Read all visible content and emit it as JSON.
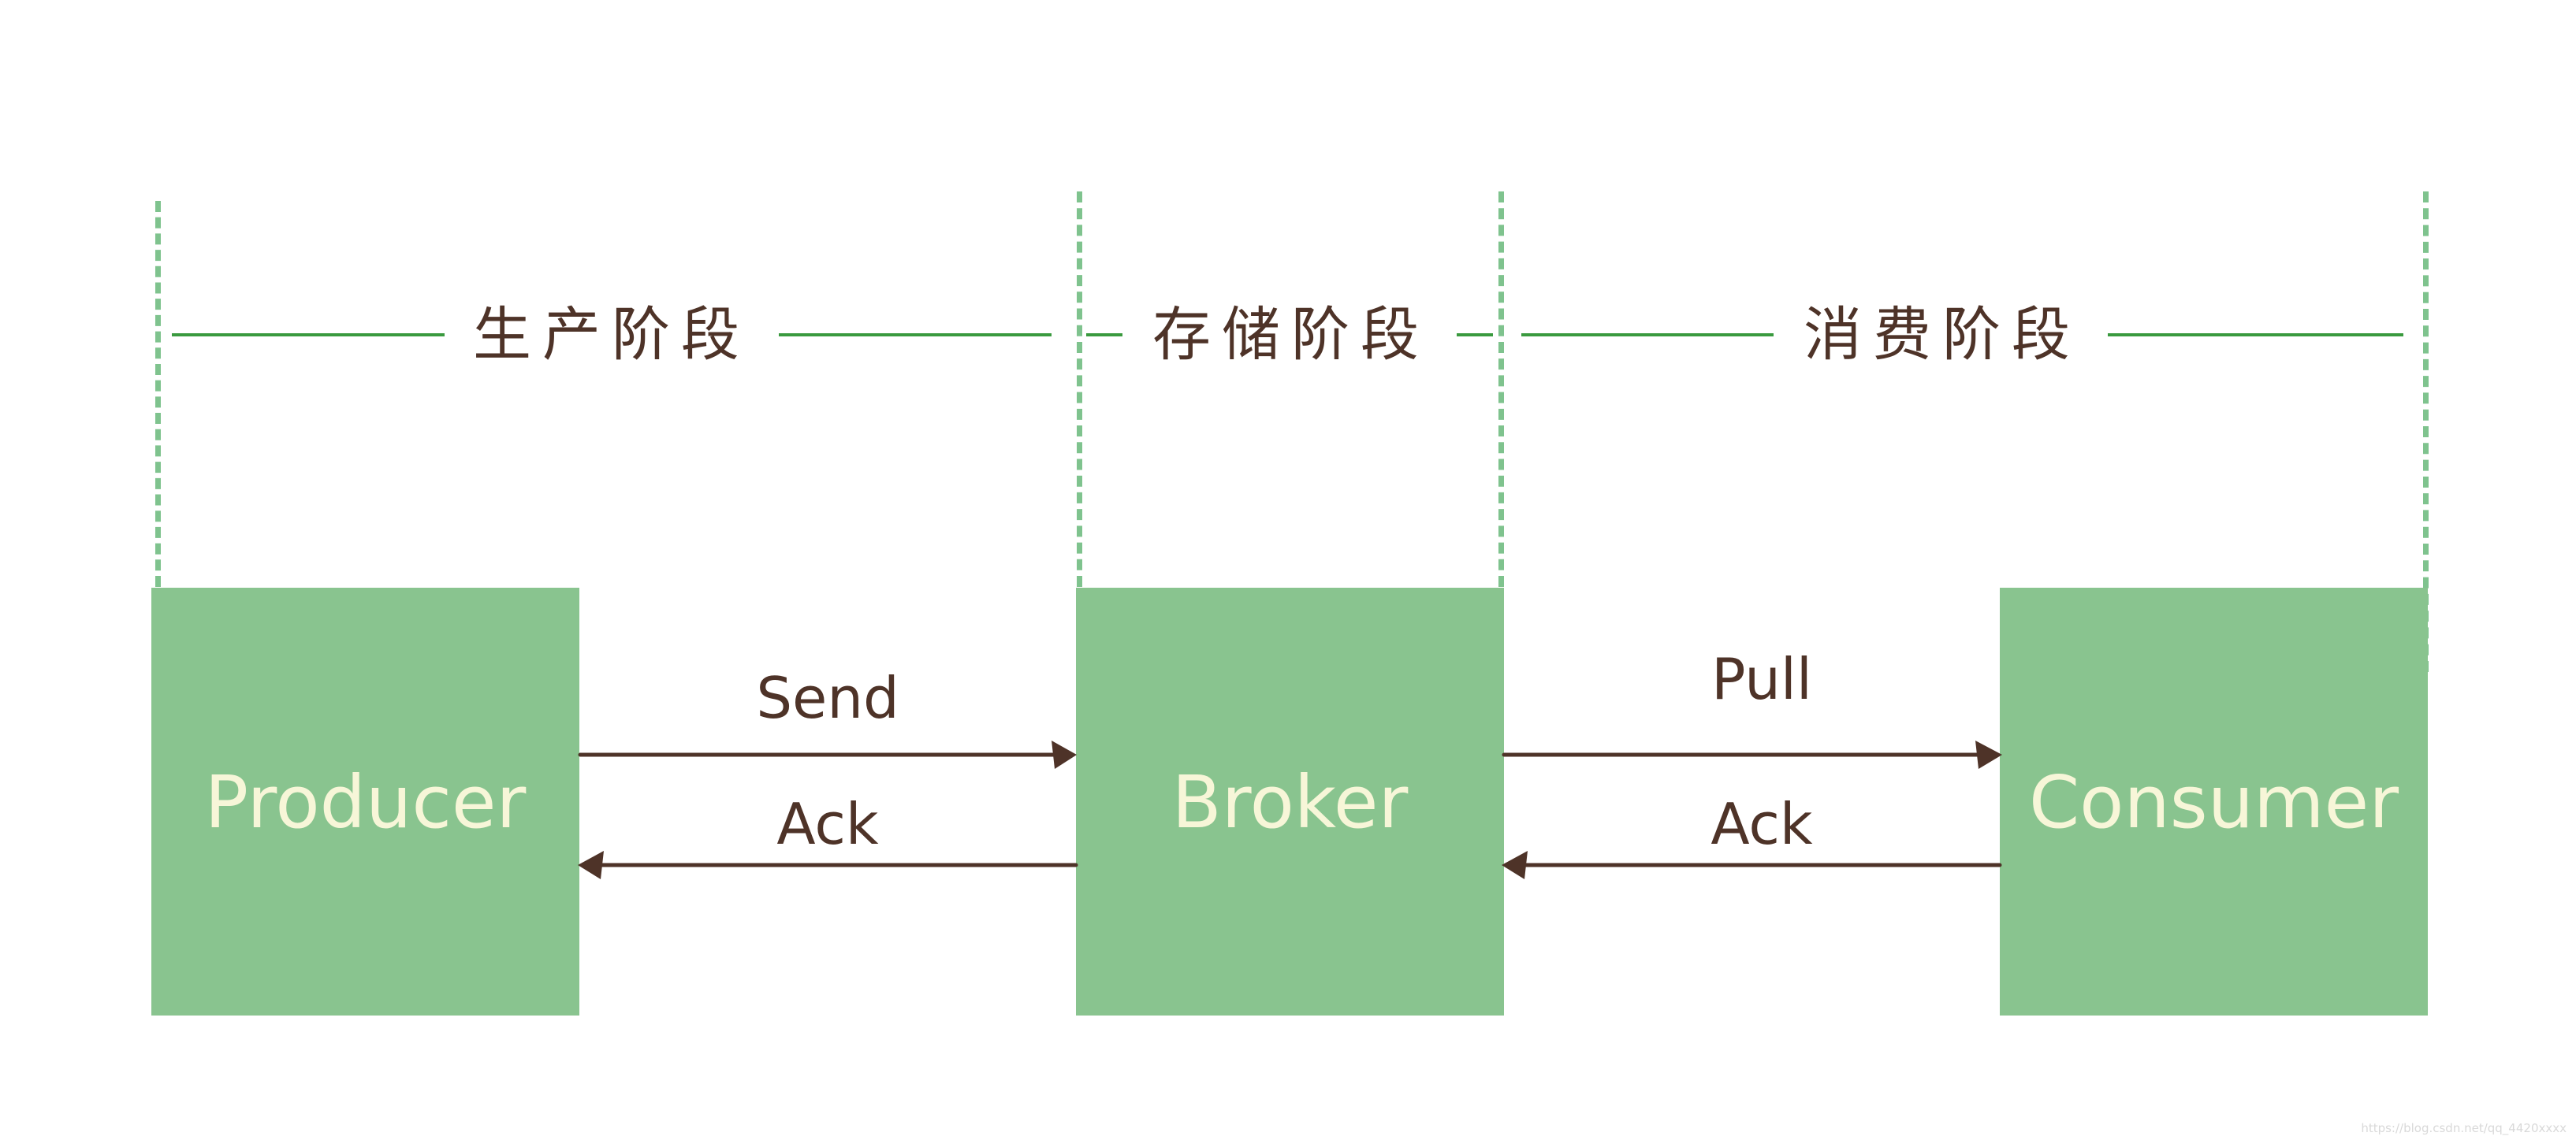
{
  "stages": {
    "production": "生产阶段",
    "storage": "存储阶段",
    "consumption": "消费阶段"
  },
  "components": {
    "producer": "Producer",
    "broker": "Broker",
    "consumer": "Consumer"
  },
  "arrows": {
    "send": "Send",
    "ack_producer": "Ack",
    "pull": "Pull",
    "ack_broker": "Ack"
  },
  "watermark": "https://blog.csdn.net/qq_4420xxxx",
  "colors": {
    "box_fill": "#89c48f",
    "box_text": "#f7f6d8",
    "divider_dash": "#7fc38e",
    "stage_line": "#3a9a3f",
    "label_text": "#4e3328",
    "arrow": "#4e3328"
  }
}
